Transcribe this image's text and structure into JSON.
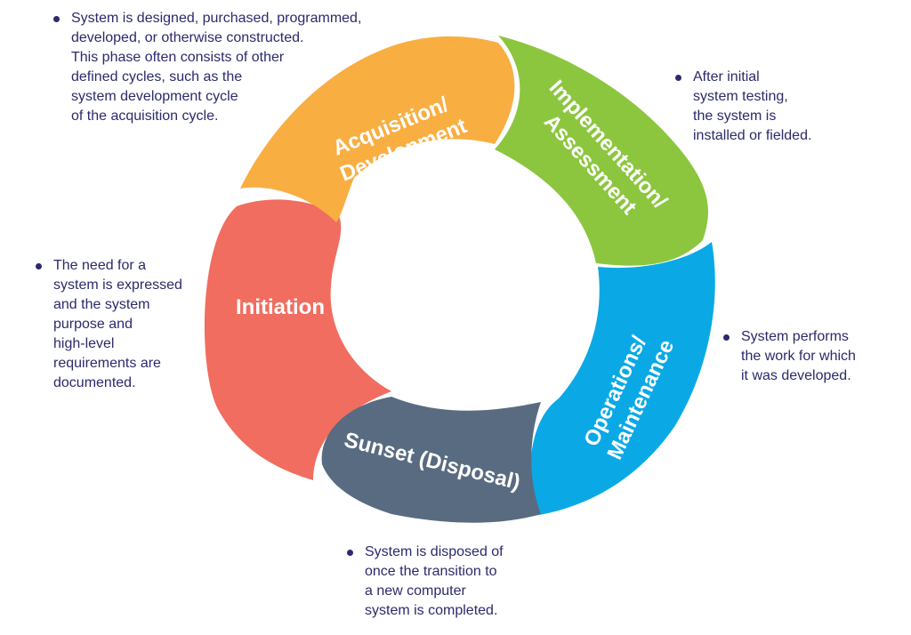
{
  "phases": [
    {
      "id": "initiation",
      "label_lines": [
        "Initiation"
      ],
      "color": "#f16d5f",
      "note_lines": [
        "The need for a",
        "system is expressed",
        "and the system",
        "purpose and",
        "high-level",
        "requirements are",
        "documented."
      ]
    },
    {
      "id": "acquisition",
      "label_lines": [
        "Acquisition/",
        "Development"
      ],
      "color": "#f9ae42",
      "note_lines": [
        "System is designed, purchased, programmed,",
        "developed, or otherwise constructed.",
        "This phase often consists of other",
        "defined cycles, such as the",
        "system development cycle",
        "of the acquisition cycle."
      ]
    },
    {
      "id": "implementation",
      "label_lines": [
        "Implementation/",
        "Assessment"
      ],
      "color": "#8cc63f",
      "note_lines": [
        "After initial",
        "system testing,",
        "the system is",
        "installed or fielded."
      ]
    },
    {
      "id": "operations",
      "label_lines": [
        "Operations/",
        "Maintenance"
      ],
      "color": "#0aa9e6",
      "note_lines": [
        "System performs",
        "the work for which",
        "it was developed."
      ]
    },
    {
      "id": "sunset",
      "label_lines": [
        "Sunset (Disposal)"
      ],
      "color": "#596b80",
      "note_lines": [
        "System is disposed of",
        "once the transition to",
        "a new computer",
        "system is completed."
      ]
    }
  ]
}
